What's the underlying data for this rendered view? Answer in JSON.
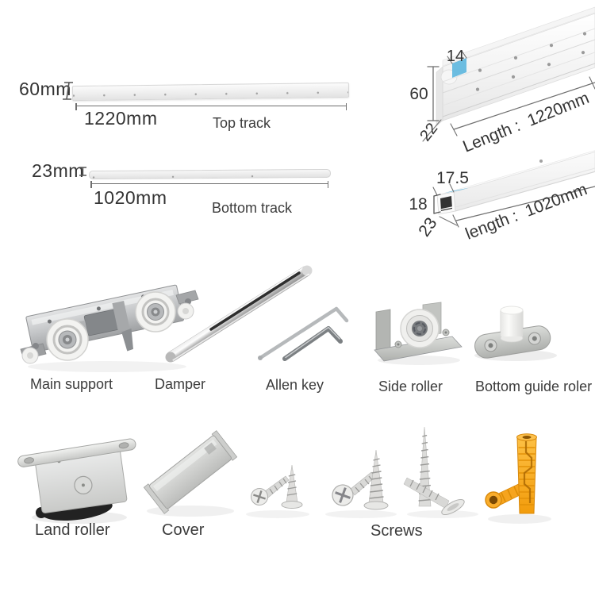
{
  "figures": {
    "top_track": {
      "height": "60mm",
      "length": "1220mm",
      "label": "Top track"
    },
    "bottom_track": {
      "height": "23mm",
      "length": "1020mm",
      "label": "Bottom track"
    },
    "top_profile": {
      "top_width": "14",
      "height": "60",
      "depth": "22",
      "length": "Length :  1220mm"
    },
    "bottom_profile": {
      "top_width": "17.5",
      "height": "18",
      "depth": "23",
      "length": "length :  1020mm"
    }
  },
  "parts": {
    "main_support": "Main support",
    "damper": "Damper",
    "allen_key": "Allen key",
    "side_roller": "Side roller",
    "bottom_guide_roller": "Bottom guide roler",
    "land_roller": "Land roller",
    "cover": "Cover",
    "screws": "Screws"
  },
  "colors": {
    "highlight_blue": "#5fb7de",
    "anchor_yellow": "#f6a41e",
    "text": "#363636",
    "background": "#ffffff"
  }
}
